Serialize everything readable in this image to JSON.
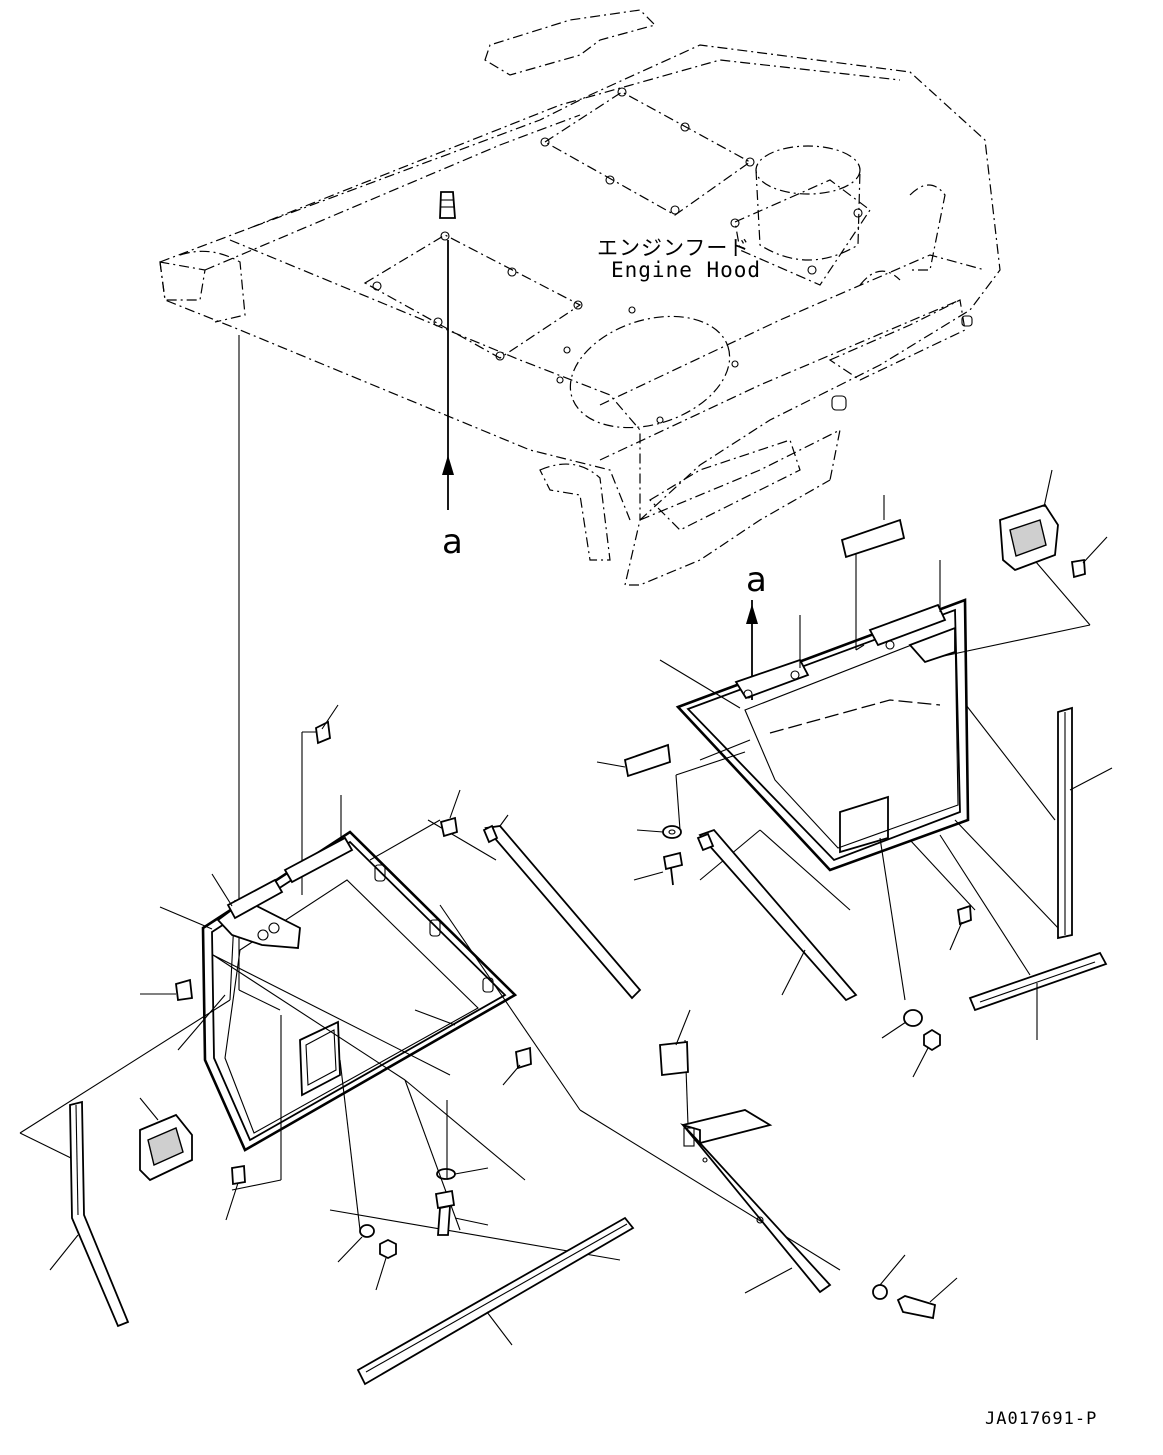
{
  "drawing": {
    "hood_label_jp": "エンジンフード",
    "hood_label_en": "Engine Hood",
    "reference_marker": "a",
    "drawing_number": "JA017691-P"
  },
  "icons": [
    "arrow-up-icon"
  ],
  "colors": {
    "line": "#000000",
    "background": "#ffffff"
  }
}
